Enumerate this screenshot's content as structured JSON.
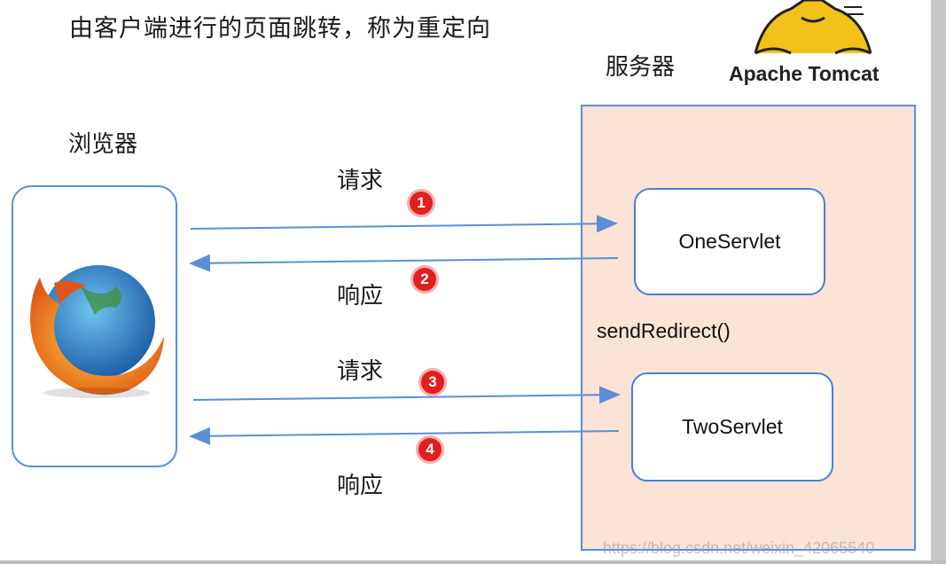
{
  "title": "由客户端进行的页面跳转，称为重定向",
  "server_label": "服务器",
  "browser_label": "浏览器",
  "tomcat_text": "Apache Tomcat",
  "servlets": {
    "one": "OneServlet",
    "two": "TwoServlet"
  },
  "redirect_label": "sendRedirect()",
  "messages": {
    "request_1": "请求",
    "response_2": "响应",
    "request_3": "请求",
    "response_4": "响应"
  },
  "step_numbers": [
    "1",
    "2",
    "3",
    "4"
  ],
  "colors": {
    "server_fill": "#fbe3d6",
    "border_blue": "#5b8ed6",
    "arrow": "#5b8ed6",
    "badge": "#e02020"
  },
  "icons": {
    "browser": "firefox-logo-icon",
    "server": "tomcat-cat-logo-icon"
  },
  "watermark": "https://blog.csdn.net/weixin_42065540"
}
